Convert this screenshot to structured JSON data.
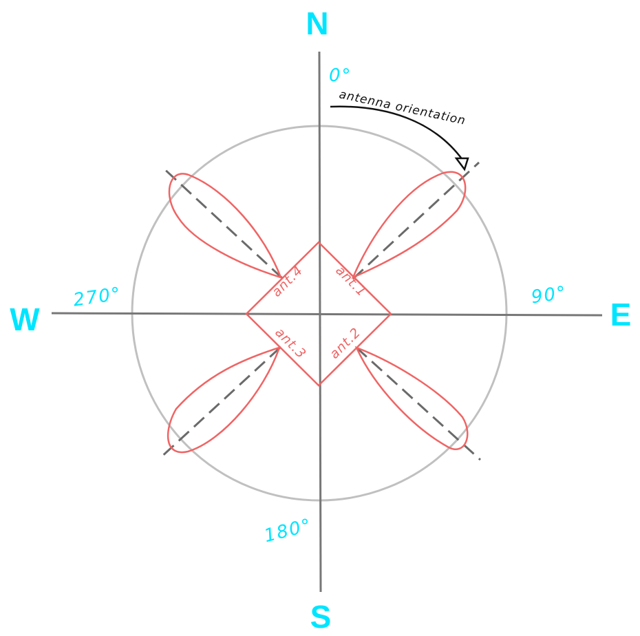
{
  "colors": {
    "cardinal": "#00e5ff",
    "axis": "#777777",
    "circle": "#c0c0c0",
    "pattern": "#f06464",
    "dashed": "#6a6a6a",
    "note": "#111111"
  },
  "cardinals": {
    "north": "N",
    "east": "E",
    "south": "S",
    "west": "W"
  },
  "degrees": {
    "north": "0°",
    "east": "90°",
    "south": "180°",
    "west": "270°"
  },
  "antennas": [
    {
      "label": "ant.1",
      "orientation_deg": 45
    },
    {
      "label": "ant.2",
      "orientation_deg": 135
    },
    {
      "label": "ant.3",
      "orientation_deg": 225
    },
    {
      "label": "ant.4",
      "orientation_deg": 315
    }
  ],
  "annotation": {
    "text": "antenna orientation",
    "arrow_icon": "arrow-head-icon"
  }
}
